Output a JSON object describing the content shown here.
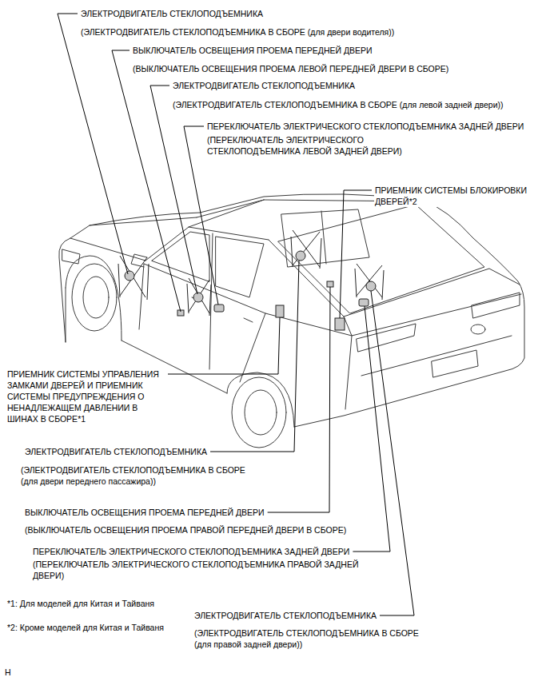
{
  "diagram": {
    "labels": [
      "ЭЛЕКТРОДВИГАТЕЛЬ СТЕКЛОПОДЪЕМНИКА",
      "(ЭЛЕКТРОДВИГАТЕЛЬ СТЕКЛОПОДЪЕМНИКА В СБОРЕ (для двери водителя))",
      "ВЫКЛЮЧАТЕЛЬ ОСВЕЩЕНИЯ ПРОЕМА ПЕРЕДНЕЙ ДВЕРИ",
      "(ВЫКЛЮЧАТЕЛЬ ОСВЕЩЕНИЯ ПРОЕМА ЛЕВОЙ ПЕРЕДНЕЙ ДВЕРИ В СБОРЕ)",
      "ЭЛЕКТРОДВИГАТЕЛЬ СТЕКЛОПОДЪЕМНИКА",
      "(ЭЛЕКТРОДВИГАТЕЛЬ СТЕКЛОПОДЪЕМНИКА В СБОРЕ (для левой задней двери))",
      "ПЕРЕКЛЮЧАТЕЛЬ ЭЛЕКТРИЧЕСКОГО СТЕКЛОПОДЪЕМНИКА ЗАДНЕЙ ДВЕРИ",
      "(ПЕРЕКЛЮЧАТЕЛЬ ЭЛЕКТРИЧЕСКОГО СТЕКЛОПОДЪЕМНИКА ЛЕВОЙ ЗАДНЕЙ ДВЕРИ)",
      "ПРИЕМНИК СИСТЕМЫ БЛОКИРОВКИ ДВЕРЕЙ*2",
      "ПРИЕМНИК СИСТЕМЫ УПРАВЛЕНИЯ ЗАМКАМИ ДВЕРЕЙ И ПРИЕМНИК СИСТЕМЫ ПРЕДУПРЕЖДЕНИЯ О НЕНАДЛЕЖАЩЕМ ДАВЛЕНИИ В ШИНАХ В СБОРЕ*1",
      "ЭЛЕКТРОДВИГАТЕЛЬ СТЕКЛОПОДЪЕМНИКА",
      "(ЭЛЕКТРОДВИГАТЕЛЬ СТЕКЛОПОДЪЕМНИКА В СБОРЕ (для двери переднего пассажира))",
      "ВЫКЛЮЧАТЕЛЬ ОСВЕЩЕНИЯ ПРОЕМА ПЕРЕДНЕЙ ДВЕРИ",
      "(ВЫКЛЮЧАТЕЛЬ ОСВЕЩЕНИЯ ПРОЕМА ПРАВОЙ ПЕРЕДНЕЙ ДВЕРИ В СБОРЕ)",
      "ПЕРЕКЛЮЧАТЕЛЬ ЭЛЕКТРИЧЕСКОГО СТЕКЛОПОДЪЕМНИКА ЗАДНЕЙ ДВЕРИ",
      "(ПЕРЕКЛЮЧАТЕЛЬ ЭЛЕКТРИЧЕСКОГО СТЕКЛОПОДЪЕМНИКА ПРАВОЙ ЗАДНЕЙ ДВЕРИ)",
      "*1: Для моделей для Китая и Тайваня",
      "*2: Кроме моделей для Китая и Тайваня",
      "ЭЛЕКТРОДВИГАТЕЛЬ СТЕКЛОПОДЪЕМНИКА",
      "(ЭЛЕКТРОДВИГАТЕЛЬ СТЕКЛОПОДЪЕМНИКА В СБОРЕ (для правой задней двери))",
      "H"
    ]
  }
}
